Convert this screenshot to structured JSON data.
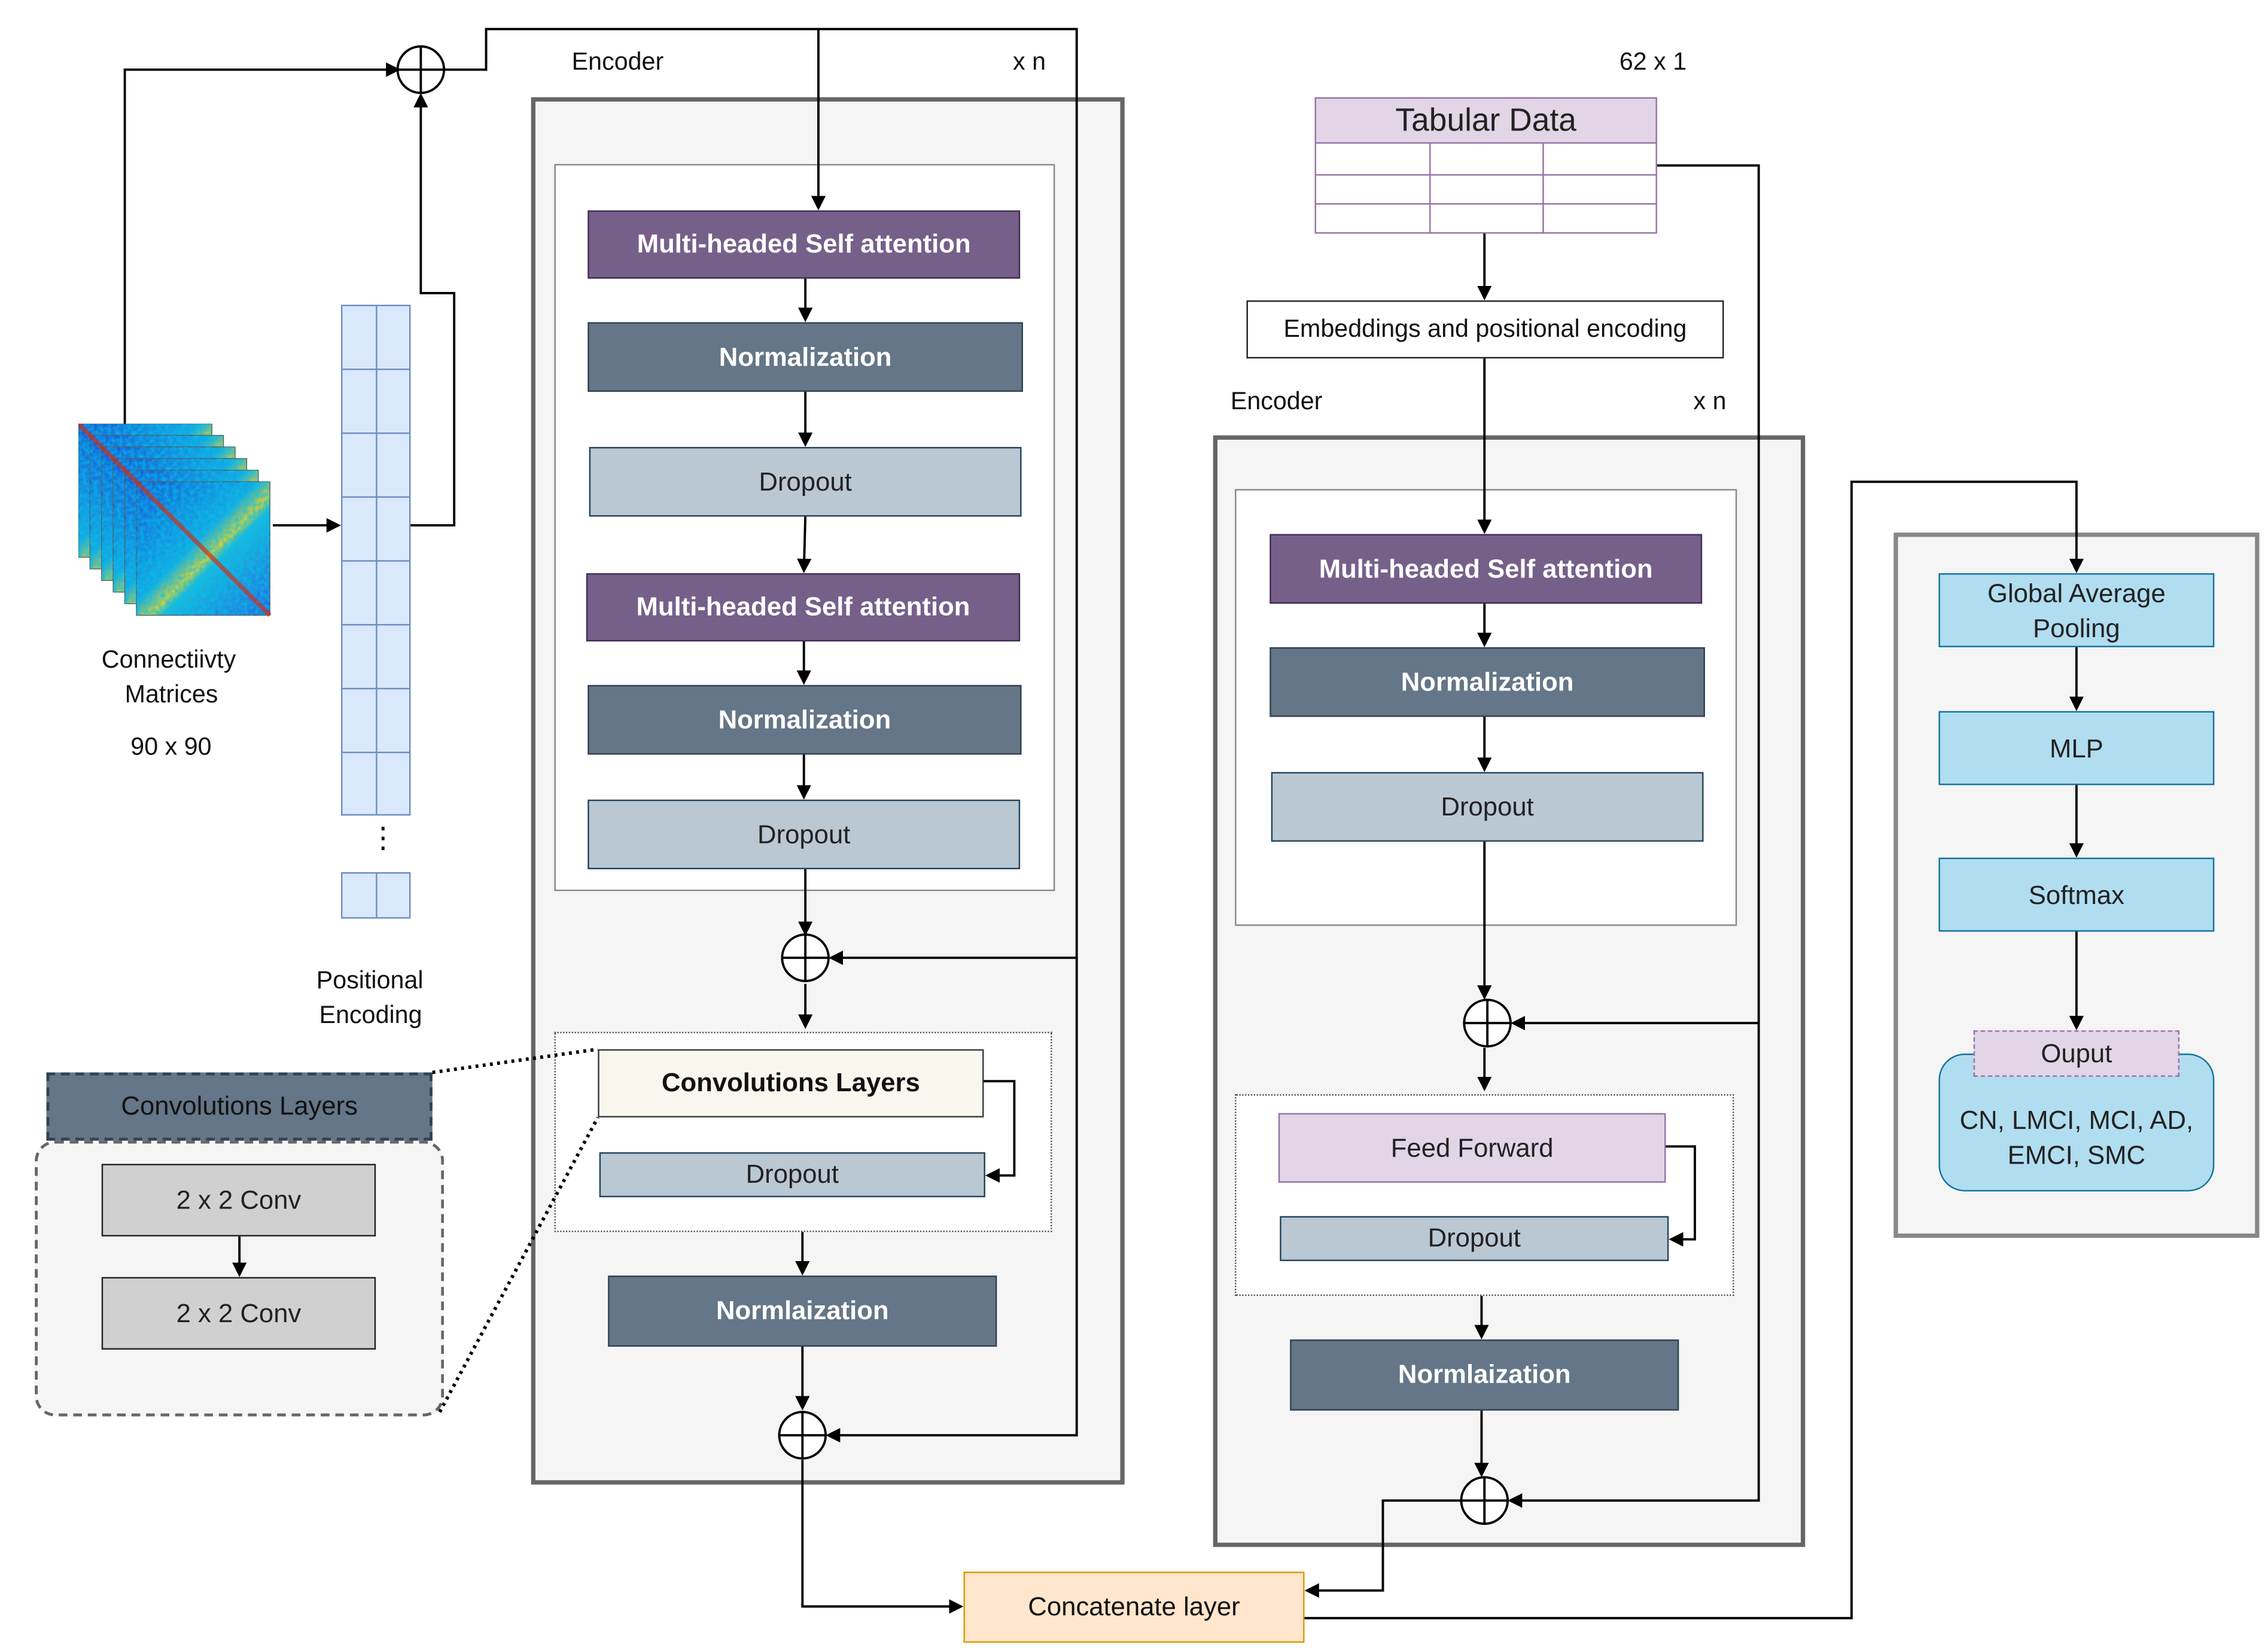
{
  "input": {
    "matrices_label_line1": "Connectiivty",
    "matrices_label_line2": "Matrices",
    "matrices_dims": "90 x 90",
    "pos_enc_line1": "Positional",
    "pos_enc_line2": "Encoding",
    "ellipsis": "⋮"
  },
  "left_encoder": {
    "title": "Encoder",
    "repeat": "x n",
    "mhsa1": "Multi-headed Self attention",
    "norm1": "Normalization",
    "drop1": "Dropout",
    "mhsa2": "Multi-headed Self attention",
    "norm2": "Normalization",
    "drop2": "Dropout",
    "conv": "Convolutions Layers",
    "conv_drop": "Dropout",
    "norm3": "Normlaization"
  },
  "conv_detail": {
    "title": "Convolutions Layers",
    "conv1": "2 x 2 Conv",
    "conv2": "2 x 2 Conv"
  },
  "tabular": {
    "dims": "62 x 1",
    "title": "Tabular Data",
    "embed": "Embeddings and positional encoding"
  },
  "right_encoder": {
    "title": "Encoder",
    "repeat": "x n",
    "mhsa": "Multi-headed Self attention",
    "norm1": "Normalization",
    "drop1": "Dropout",
    "ff": "Feed Forward",
    "ff_drop": "Dropout",
    "norm2": "Normlaization"
  },
  "concat": "Concatenate layer",
  "head": {
    "gap_line1": "Global Average",
    "gap_line2": "Pooling",
    "mlp": "MLP",
    "softmax": "Softmax",
    "output_label": "Ouput",
    "classes_line1": "CN, LMCI, MCI, AD,",
    "classes_line2": "EMCI, SMC"
  }
}
